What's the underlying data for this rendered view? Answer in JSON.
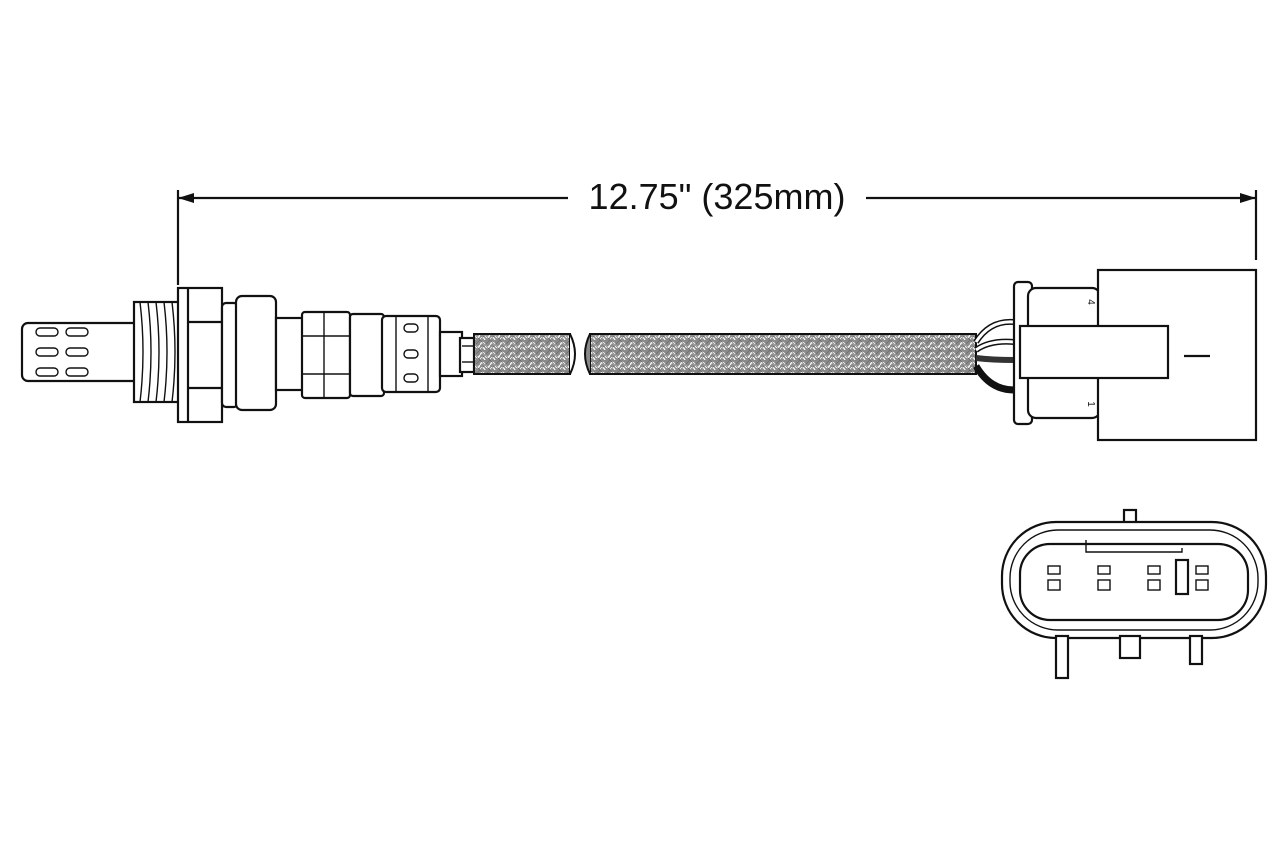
{
  "dimension": {
    "label": "12.75\" (325mm)"
  },
  "connector": {
    "pin_labels": [
      "4",
      "1"
    ]
  },
  "colors": {
    "line": "#111111",
    "braid_fill": "#8a8a8a",
    "background": "#ffffff"
  }
}
